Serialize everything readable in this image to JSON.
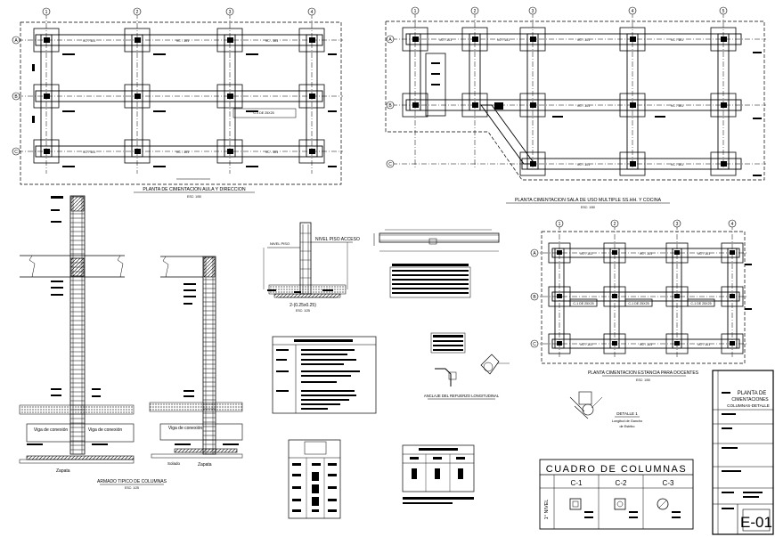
{
  "plans": {
    "plan1": {
      "title": "PLANTA DE CIMENTACION AULA Y DIRECCION",
      "scale": "ESC: 1/50",
      "axes": [
        "1",
        "2",
        "3",
        "4"
      ],
      "rows": [
        "A",
        "B",
        "C"
      ],
      "beam_label": "VC - 101",
      "note": "C-1 DE 25X25"
    },
    "plan2": {
      "title": "PLANTA CIMENTACION SALA DE USO MULTIPLE SS.HH. Y COCINA",
      "scale": "ESC: 1/50",
      "axes": [
        "1",
        "2",
        "3",
        "4",
        "5"
      ],
      "rows": [
        "A",
        "B",
        "C"
      ],
      "beam_label": "VC - 101"
    },
    "plan3": {
      "title": "PLANTA CIMENTACION ESTANCIA PARA DOCENTES",
      "scale": "ESC: 1/50",
      "axes": [
        "1",
        "2",
        "3",
        "4"
      ],
      "rows": [
        "A",
        "B",
        "C"
      ],
      "beam_label": "VC - 101",
      "note": "C-1 DE 25X25"
    }
  },
  "section1": {
    "labels": [
      "Viga de conexión",
      "Viga de conexión"
    ],
    "footing": "Zapata",
    "title": "ARMADO TIPICO DE COLUMNAS",
    "scale": "ESC: 1/25"
  },
  "section2": {
    "label": "Viga de conexión",
    "solado": "Solado",
    "footing": "Zapata"
  },
  "detail_wall": {
    "label_left": "NIVEL PISO",
    "label_top": "NIVEL PISO ACCESO",
    "dim": "2-(0.25x0.25)",
    "scale": "ESC: 1/25"
  },
  "detail_anchor": {
    "title": "ANCLAJE DEL REFUERZO LONGITUDINAL"
  },
  "detail_hook": {
    "title": "DETALLE 1",
    "subtitle": "Longitud de Gancho",
    "subtitle2": "de Estribo"
  },
  "columns_table": {
    "title": "CUADRO DE COLUMNAS",
    "headers": [
      "C-1",
      "C-2",
      "C-3"
    ],
    "row_label": "1° NIVEL"
  },
  "title_block": {
    "lines": [
      "PLANTA DE",
      "CIMENTACIONES",
      "COLUMNAS-DETALLE"
    ],
    "sheet": "E-01"
  }
}
